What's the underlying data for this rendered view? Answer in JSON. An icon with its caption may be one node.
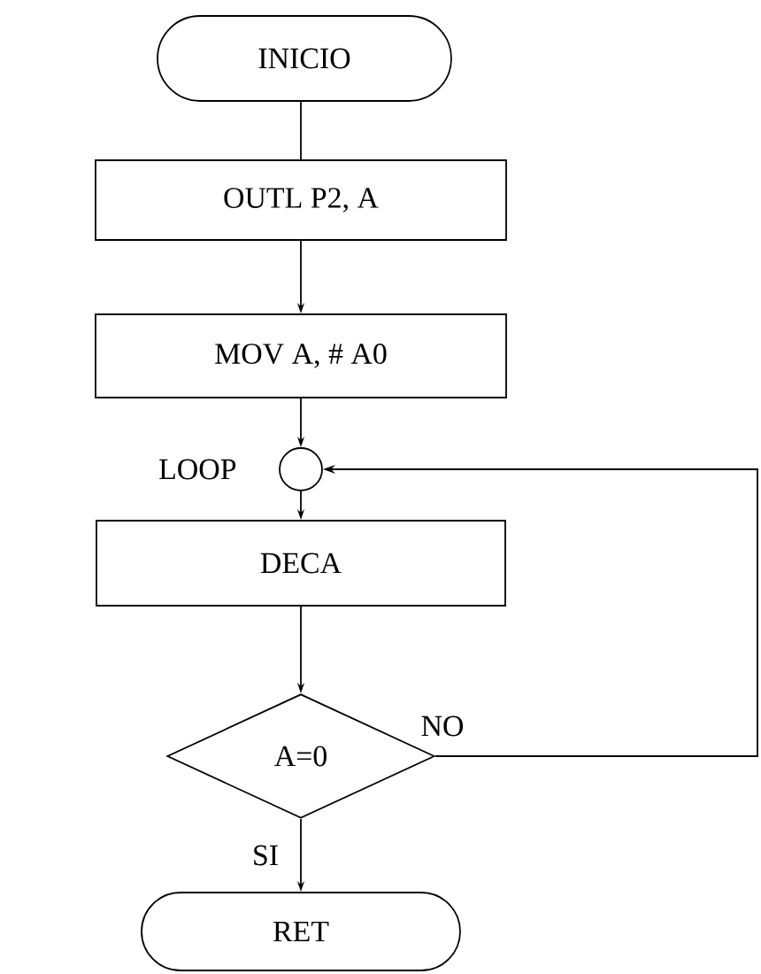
{
  "diagram": {
    "nodes": [
      {
        "text": [
          "INICIO"
        ]
      },
      {
        "text": [
          "OUTL  P2, A"
        ]
      },
      {
        "text": [
          "MOV A, # A0"
        ]
      },
      {
        "text": [],
        "shape": "circle"
      },
      {
        "text": [
          "DECA"
        ]
      },
      {
        "text": [
          "A=0"
        ]
      },
      {
        "text": [
          "RET"
        ]
      }
    ],
    "edges": [
      {
        "from": 0,
        "to": 1,
        "arrow": "none"
      },
      {
        "from": 1,
        "to": 2,
        "arrow": "to"
      },
      {
        "from": 2,
        "to": 3,
        "arrow": "to"
      },
      {
        "from": 3,
        "to": 4,
        "arrow": "to"
      },
      {
        "from": 4,
        "to": 5,
        "arrow": "to"
      },
      {
        "from": 5,
        "to": 3,
        "arrow": "to",
        "label": "NO"
      },
      {
        "from": 5,
        "to": 6,
        "arrow": "to",
        "label": "SI"
      }
    ],
    "labels": [
      "LOOP"
    ]
  }
}
